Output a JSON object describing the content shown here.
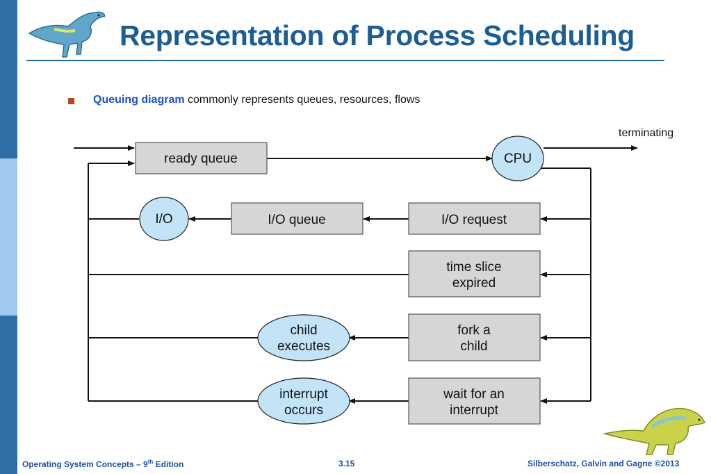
{
  "slide": {
    "title": "Representation of Process Scheduling",
    "bullet_keyword": "Queuing diagram",
    "bullet_rest": " commonly represents queues, resources, flows"
  },
  "diagram": {
    "terminating": "terminating",
    "ready_queue": "ready queue",
    "cpu": "CPU",
    "io": "I/O",
    "io_queue": "I/O queue",
    "io_request": "I/O request",
    "time_slice": [
      "time slice",
      "expired"
    ],
    "fork_child": [
      "fork a",
      "child"
    ],
    "child_executes": [
      "child",
      "executes"
    ],
    "wait_interrupt": [
      "wait for an",
      "interrupt"
    ],
    "interrupt_occurs": [
      "interrupt",
      "occurs"
    ],
    "colors": {
      "box": "#d6d6d6",
      "oval": "#c3e3f7"
    }
  },
  "footer": {
    "left_pre": "Operating System Concepts – 9",
    "left_sup": "th",
    "left_post": " Edition",
    "center": "3.15",
    "right": "Silberschatz, Galvin and Gagne ©2013"
  }
}
